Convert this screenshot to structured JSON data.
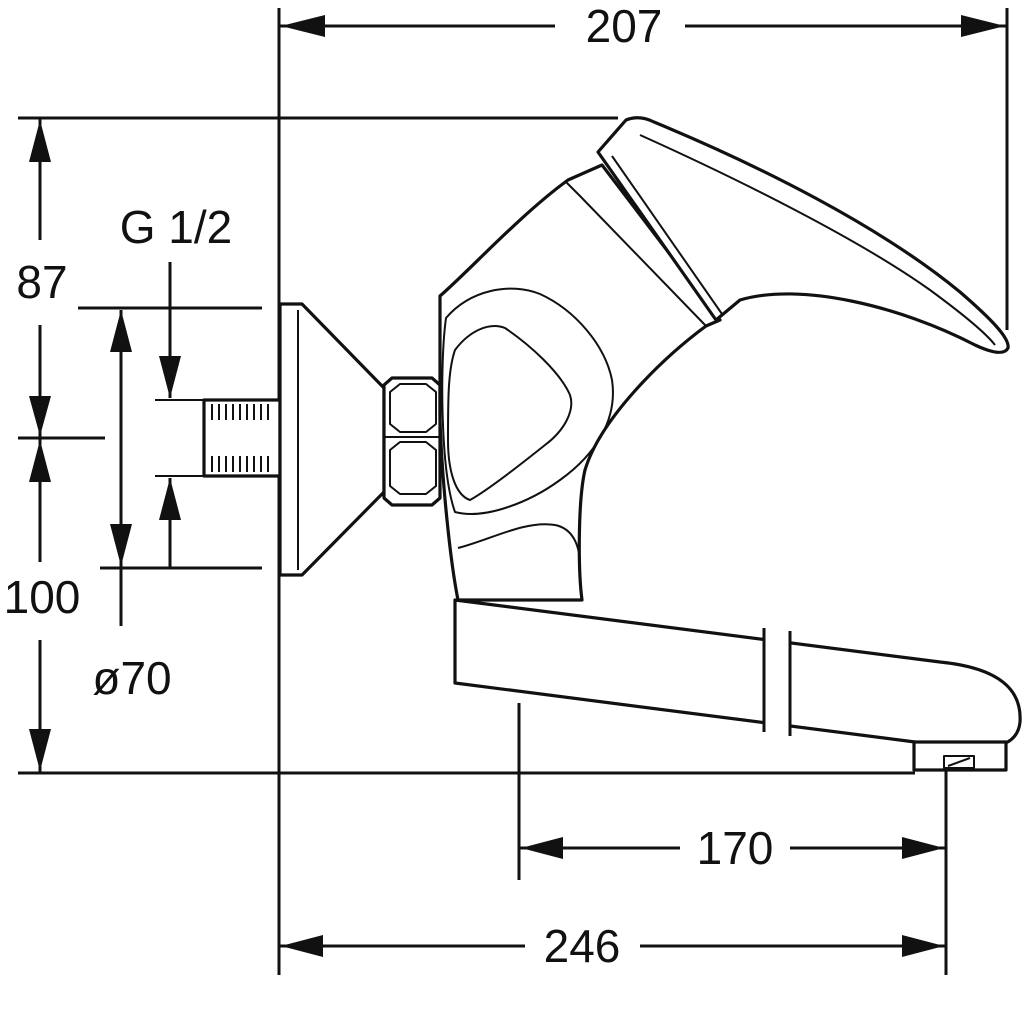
{
  "dimensions": {
    "overall_width_top": "207",
    "height_upper": "87",
    "height_lower": "100",
    "thread": "G 1/2",
    "rosette_diameter": "ø70",
    "spout_reach": "170",
    "overall_width_bottom": "246"
  },
  "colors": {
    "line": "#111111",
    "background": "#ffffff"
  }
}
